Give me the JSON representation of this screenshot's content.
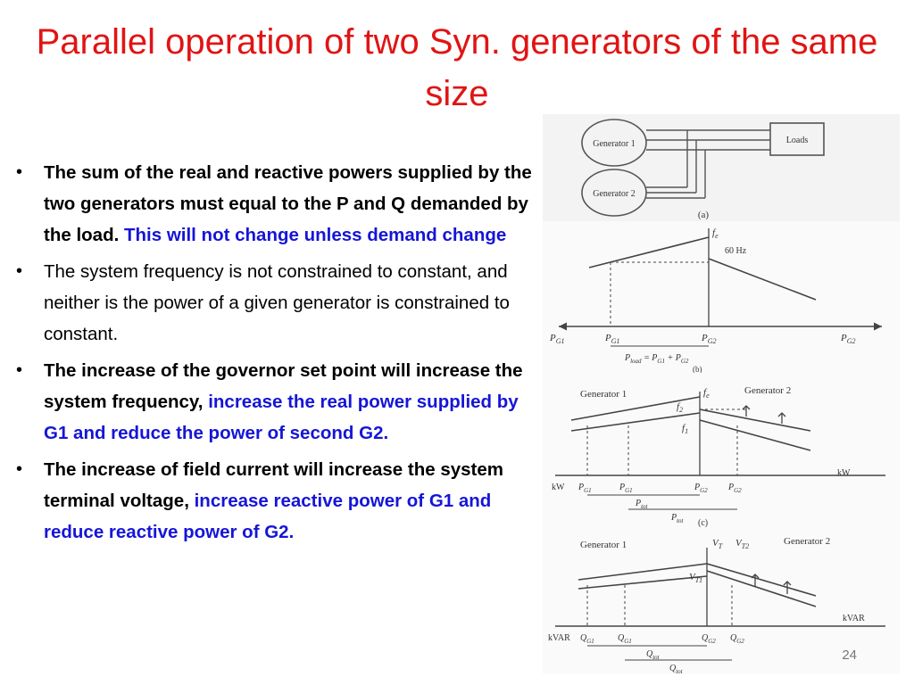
{
  "slide": {
    "title": "Parallel operation of two Syn. generators of the same size",
    "page_number": "24"
  },
  "bullets": [
    {
      "black": "The sum of the real and reactive powers supplied by the two generators must equal to the P and Q demanded by the load. ",
      "blue": "This will not change unless demand change",
      "bold": true
    },
    {
      "black": " The system frequency is not constrained to constant, and neither is the power of a given generator is constrained to constant.",
      "blue": "",
      "bold": false
    },
    {
      "black": "The increase of the governor set point will increase the system frequency, ",
      "blue": "increase the real power supplied by G1 and reduce the power of second G2.",
      "bold": true
    },
    {
      "black": " The increase of field current will increase the system terminal voltage, ",
      "blue": "increase reactive power of G1 and reduce reactive power of G2.",
      "bold": true
    }
  ],
  "figure": {
    "circuit": {
      "generator1": "Generator 1",
      "generator2": "Generator 2",
      "loads": "Loads",
      "caption": "(a)"
    },
    "panel_b": {
      "fe": "f",
      "fe_sub": "e",
      "freq_label": "60 Hz",
      "pg1_left": "P",
      "pg1_left_sub": "G1",
      "pg1": "P",
      "pg1_sub": "G1",
      "pg2": "P",
      "pg2_sub": "G2",
      "pg2_right": "P",
      "pg2_right_sub": "G2",
      "pload": "P",
      "pload_sub": "load",
      "pload_eq": " = P",
      "pload_eq_sub1": "G1",
      "pload_eq_plus": " + P",
      "pload_eq_sub2": "G2",
      "caption": "(b)"
    },
    "panel_c": {
      "generator1": "Generator 1",
      "generator2": "Generator 2",
      "fe": "f",
      "fe_sub": "e",
      "f2": "f",
      "f2_sub": "2",
      "f1": "f",
      "f1_sub": "1",
      "kw_left": "kW",
      "kw_right": "kW",
      "pg1a": "P",
      "pg1a_sub": "G1",
      "pg1b": "P",
      "pg1b_sub": "G1",
      "pg2a": "P",
      "pg2a_sub": "G2",
      "pg2b": "P",
      "pg2b_sub": "G2",
      "ptot1": "P",
      "ptot1_sub": "tot",
      "ptot2": "P",
      "ptot2_sub": "tot",
      "caption": "(c)"
    },
    "panel_d": {
      "generator1": "Generator 1",
      "generator2": "Generator 2",
      "vt": "V",
      "vt_sub": "T",
      "vt2": "V",
      "vt2_sub": "T2",
      "vt1": "V",
      "vt1_sub": "T1",
      "kvar_left": "kVAR",
      "kvar_right": "kVAR",
      "qg1a": "Q",
      "qg1a_sub": "G1",
      "qg1b": "Q",
      "qg1b_sub": "G1",
      "qg2a": "Q",
      "qg2a_sub": "G2",
      "qg2b": "Q",
      "qg2b_sub": "G2",
      "qtot1": "Q",
      "qtot1_sub": "tot",
      "qtot2": "Q",
      "qtot2_sub": "tot"
    }
  },
  "colors": {
    "title": "#e11414",
    "emphasis": "#1515d8"
  }
}
